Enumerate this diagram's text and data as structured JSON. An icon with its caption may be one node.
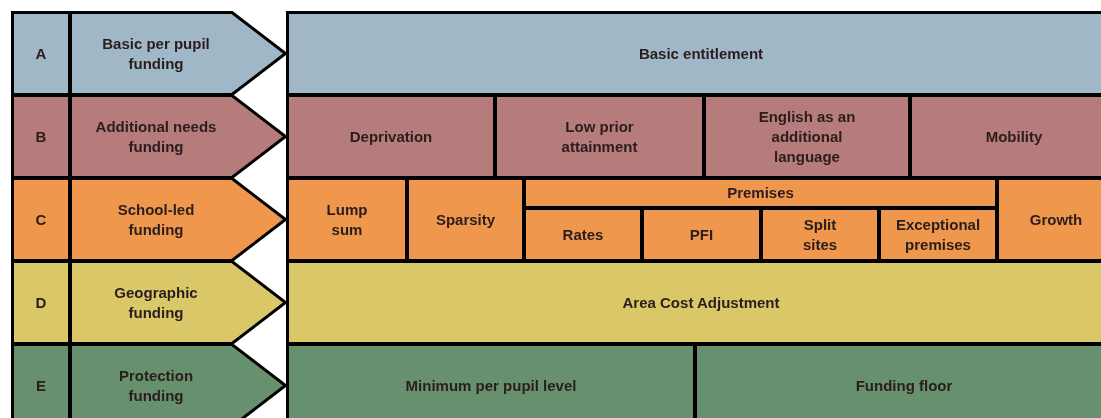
{
  "diagram": {
    "nodes": [
      {
        "text": [
          "A"
        ]
      },
      {
        "text": [
          "Basic per pupil funding"
        ]
      },
      {
        "text": [
          "Basic entitlement"
        ]
      },
      {
        "text": [
          "B"
        ]
      },
      {
        "text": [
          "Additional needs funding"
        ]
      },
      {
        "text": [
          "Deprivation"
        ]
      },
      {
        "text": [
          "Low prior attainment"
        ]
      },
      {
        "text": [
          "English as an additional language"
        ]
      },
      {
        "text": [
          "Mobility"
        ]
      },
      {
        "text": [
          "C"
        ]
      },
      {
        "text": [
          "School-led funding"
        ]
      },
      {
        "text": [
          "Lump sum"
        ]
      },
      {
        "text": [
          "Sparsity"
        ]
      },
      {
        "text": [
          "Premises"
        ]
      },
      {
        "text": [
          "Growth"
        ]
      },
      {
        "text": [
          "Rates"
        ]
      },
      {
        "text": [
          "PFI"
        ]
      },
      {
        "text": [
          "Split sites"
        ]
      },
      {
        "text": [
          "Exceptional premises"
        ]
      },
      {
        "text": [
          "D"
        ]
      },
      {
        "text": [
          "Geographic funding"
        ]
      },
      {
        "text": [
          "Area Cost Adjustment"
        ]
      },
      {
        "text": [
          "E"
        ]
      },
      {
        "text": [
          "Protection funding"
        ]
      },
      {
        "text": [
          "Minimum per pupil level"
        ]
      },
      {
        "text": [
          "Funding floor"
        ]
      }
    ]
  }
}
